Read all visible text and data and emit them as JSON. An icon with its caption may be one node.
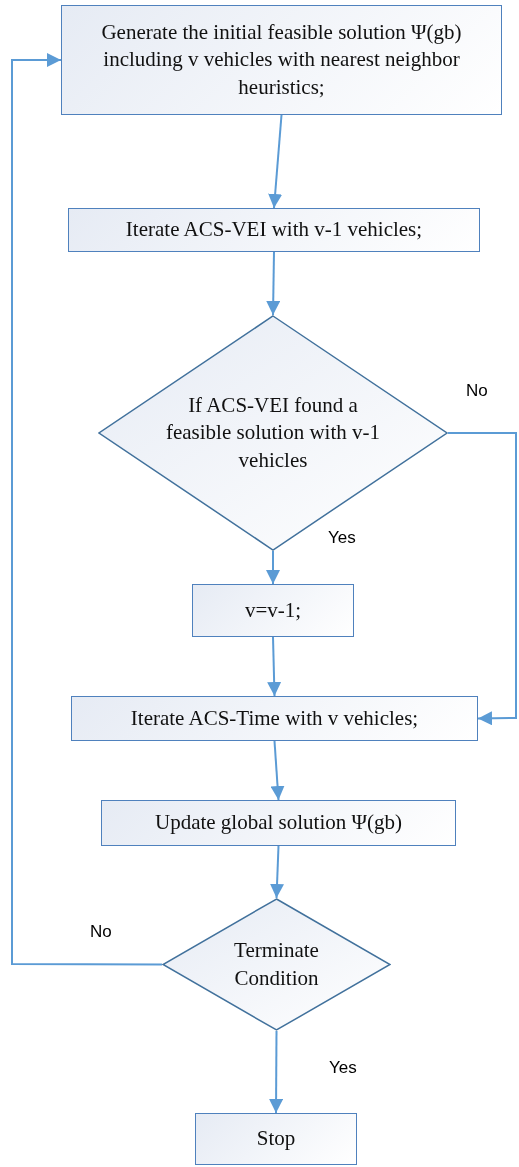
{
  "diagram": {
    "nodes": [
      {
        "text": [
          "Generate the initial feasible solution Ψ(gb) including v vehicles with nearest neighbor heuristics;"
        ]
      },
      {
        "text": [
          "Iterate ACS-VEI with v-1 vehicles;"
        ]
      },
      {
        "text": [
          "If ACS-VEI found a feasible solution with v-1 vehicles"
        ]
      },
      {
        "text": [
          "v=v-1;"
        ]
      },
      {
        "text": [
          "Iterate ACS-Time with v vehicles;"
        ]
      },
      {
        "text": [
          "Update global solution Ψ(gb)"
        ]
      },
      {
        "text": [
          "Terminate Condition"
        ]
      },
      {
        "text": [
          "Stop"
        ]
      }
    ],
    "edges": [
      {
        "from": 0,
        "to": 1,
        "arrow": "to"
      },
      {
        "from": 1,
        "to": 2,
        "arrow": "to"
      },
      {
        "from": 2,
        "to": 3,
        "arrow": "to",
        "label": "Yes"
      },
      {
        "from": 2,
        "to": 4,
        "arrow": "to",
        "label": "No"
      },
      {
        "from": 3,
        "to": 4,
        "arrow": "to"
      },
      {
        "from": 4,
        "to": 5,
        "arrow": "to"
      },
      {
        "from": 5,
        "to": 6,
        "arrow": "to"
      },
      {
        "from": 6,
        "to": 7,
        "arrow": "to",
        "label": "Yes"
      },
      {
        "from": 6,
        "to": 0,
        "arrow": "to",
        "label": "No"
      }
    ]
  }
}
